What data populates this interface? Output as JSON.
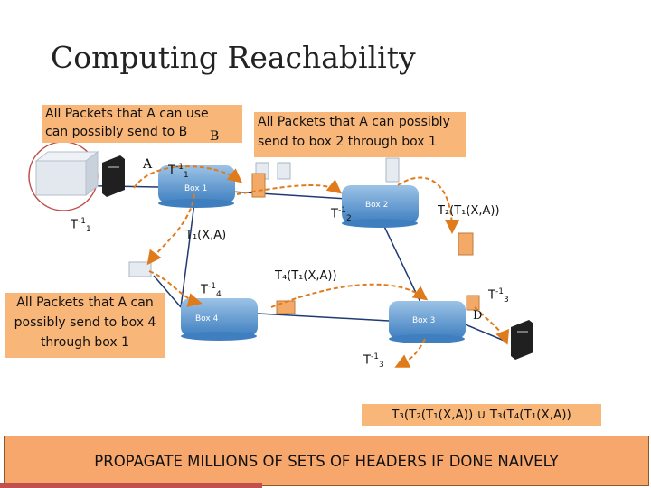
{
  "title": "Computing Reachability",
  "callouts": {
    "box1_line1": "All Packets that A can use",
    "box1_line2": "can possibly send to B",
    "box2_line1": "All Packets that A can possibly",
    "box2_line2": "send to box 2 through box 1",
    "box4_line1": "All Packets that A can",
    "box4_line2": "possibly send to box 4",
    "box4_line3": "through box 1",
    "final": "T₃(T₂(T₁(X,A)) ∪ T₃(T₄(T₁(X,A))"
  },
  "nodes": {
    "a": "A",
    "b": "B",
    "d": "D"
  },
  "boxes": {
    "box1": "Box 1",
    "box2": "Box 2",
    "box3": "Box 3",
    "box4": "Box 4"
  },
  "labels": {
    "t_prefix": "T",
    "t1_inv_a": "-1",
    "t1_sub_a": "1",
    "t1_inv_b": "-1",
    "t1_sub_b": "1",
    "t2_inv": "-1",
    "t2_sub": "2",
    "t4_inv": "-1",
    "t4_sub": "4",
    "t3_inv_a": "-1",
    "t3_sub_a": "3",
    "t3_inv_b": "-1",
    "t3_sub_b": "3",
    "t1xa": "T₁(X,A)",
    "t2t1": "T₂(T₁(X,A))",
    "t4t1": "T₄(T₁(X,A))"
  },
  "footer": "PROPAGATE MILLIONS OF SETS OF HEADERS  IF DONE NAIVELY",
  "colors": {
    "callout": "#f8b679",
    "router": "#5b9bd5",
    "arrow": "#e07b1c",
    "link": "#1f3b73"
  }
}
